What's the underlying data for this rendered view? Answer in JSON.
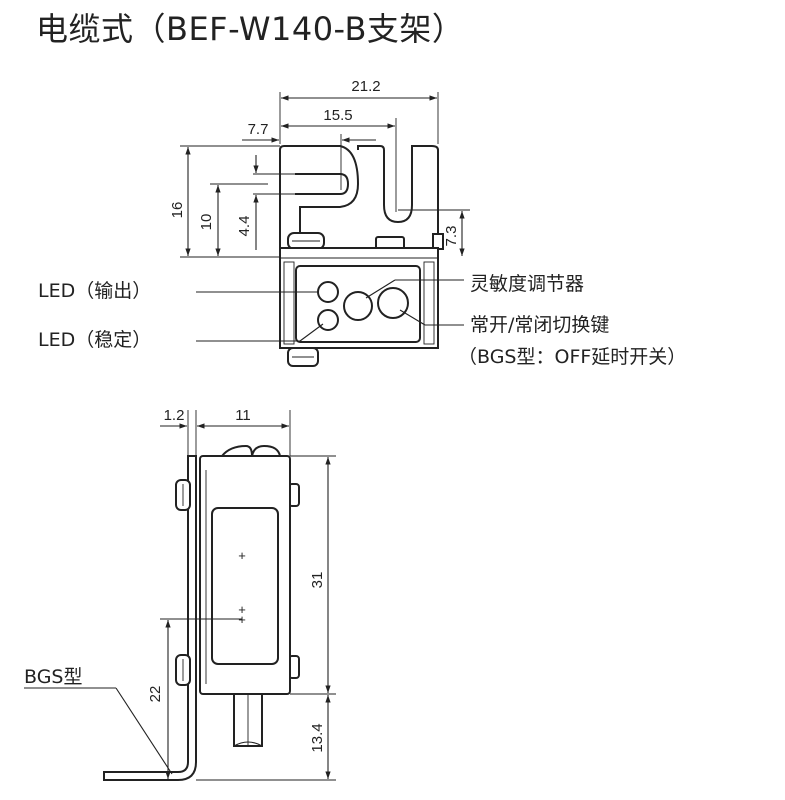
{
  "title": "电缆式（BEF-W140-B支架）",
  "top_view": {
    "dims": {
      "d21_2": "21.2",
      "d15_5": "15.5",
      "d7_7": "7.7",
      "d16": "16",
      "d10": "10",
      "d4_4": "4.4",
      "d7_3": "7.3"
    },
    "labels": {
      "led_output": "LED（输出）",
      "led_stable": "LED（稳定）",
      "sensitivity": "灵敏度调节器",
      "switch_line1": "常开/常闭切换键",
      "switch_line2": "（BGS型：OFF延时开关）"
    }
  },
  "side_view": {
    "dims": {
      "d1_2": "1.2",
      "d11": "11",
      "d31": "31",
      "d22": "22",
      "d13_4": "13.4"
    },
    "labels": {
      "bgs": "BGS型"
    }
  }
}
